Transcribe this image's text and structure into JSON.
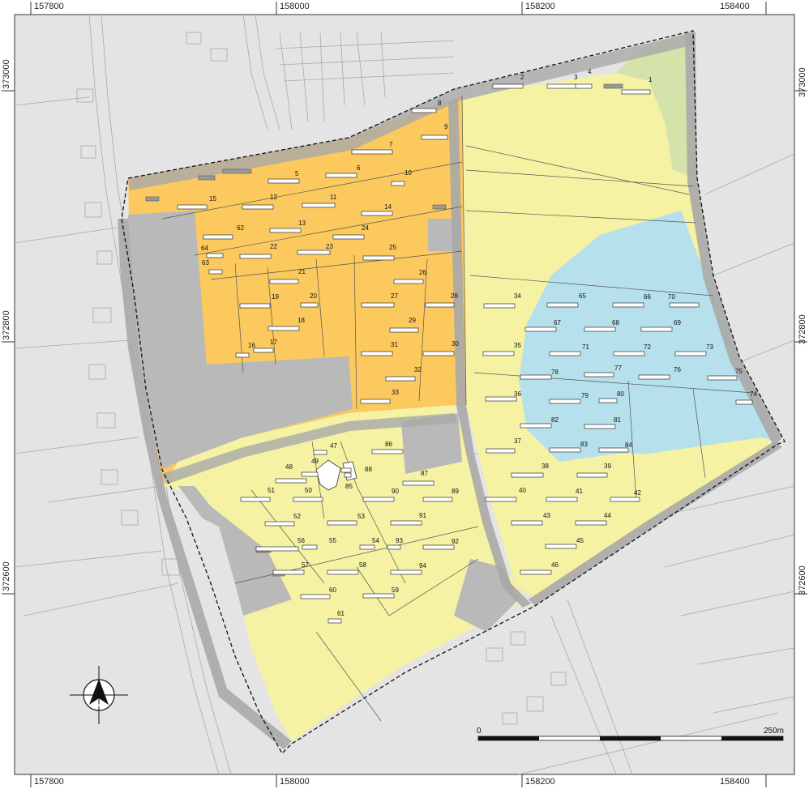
{
  "map": {
    "coords": {
      "x_top": [
        "157800",
        "158000",
        "158200",
        "158400"
      ],
      "x_bottom": [
        "157800",
        "158000",
        "158200",
        "158400"
      ],
      "y_left": [
        "373000",
        "372800",
        "372600"
      ],
      "y_right": [
        "373000",
        "372800",
        "372600"
      ]
    },
    "north_arrow": {
      "letter": "N",
      "icon": "north-arrow-icon"
    },
    "scale_bar": {
      "start_label": "0",
      "end_label": "250m"
    },
    "zones": [
      {
        "name": "orange-zone",
        "color": "#fbc95e"
      },
      {
        "name": "yellow-zone",
        "color": "#f5f2a3"
      },
      {
        "name": "blue-zone",
        "color": "#b5e0ec"
      },
      {
        "name": "green-zone",
        "color": "#d3e3a9"
      },
      {
        "name": "grey-zone",
        "color": "#b9b9b9"
      }
    ],
    "plot_labels": [
      "1",
      "2",
      "3",
      "4",
      "5",
      "6",
      "7",
      "8",
      "9",
      "10",
      "11",
      "12",
      "13",
      "14",
      "15",
      "16",
      "17",
      "18",
      "19",
      "20",
      "21",
      "22",
      "23",
      "24",
      "25",
      "26",
      "27",
      "28",
      "29",
      "30",
      "31",
      "32",
      "33",
      "34",
      "35",
      "36",
      "37",
      "38",
      "39",
      "40",
      "41",
      "42",
      "43",
      "44",
      "45",
      "46",
      "47",
      "48",
      "49",
      "50",
      "51",
      "52",
      "53",
      "54",
      "55",
      "56",
      "57",
      "58",
      "59",
      "60",
      "61",
      "62",
      "63",
      "64",
      "65",
      "66",
      "67",
      "68",
      "69",
      "70",
      "71",
      "72",
      "73",
      "74",
      "75",
      "76",
      "77",
      "78",
      "79",
      "80",
      "81",
      "82",
      "83",
      "84",
      "85",
      "86",
      "87",
      "88",
      "89",
      "90",
      "91",
      "92",
      "93",
      "94"
    ]
  }
}
